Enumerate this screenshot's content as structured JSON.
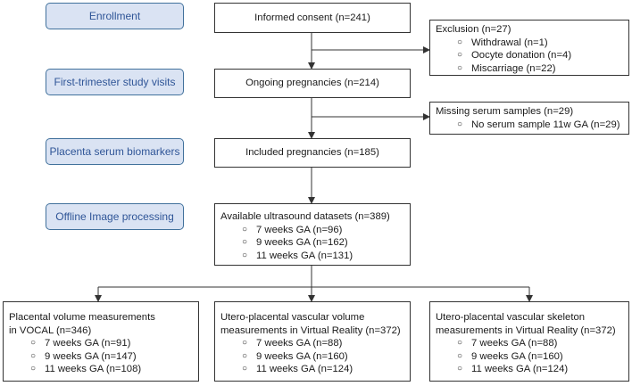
{
  "stages": {
    "enrollment": "Enrollment",
    "first_trimester": "First-trimester study visits",
    "placenta_serum": "Placenta serum biomarkers",
    "offline_image": "Offline Image processing"
  },
  "flow": {
    "informed_consent": "Informed consent (n=241)",
    "ongoing": "Ongoing pregnancies (n=214)",
    "included": "Included pregnancies (n=185)",
    "datasets": {
      "title": "Available ultrasound datasets (n=389)",
      "items": [
        "7 weeks GA (n=96)",
        "9 weeks GA (n=162)",
        "11 weeks GA (n=131)"
      ]
    }
  },
  "exclusion": {
    "title": "Exclusion (n=27)",
    "items": [
      "Withdrawal (n=1)",
      "Oocyte donation (n=4)",
      "Miscarriage (n=22)"
    ]
  },
  "missing_serum": {
    "title": "Missing serum samples (n=29)",
    "items": [
      "No serum sample 11w GA (n=29)"
    ]
  },
  "outcomes": [
    {
      "title_line1": "Placental volume measurements",
      "title_line2": "in VOCAL (n=346)",
      "items": [
        "7 weeks GA (n=91)",
        "9 weeks GA (n=147)",
        "11 weeks GA (n=108)"
      ]
    },
    {
      "title_line1": "Utero-placental vascular volume",
      "title_line2": "measurements in Virtual Reality (n=372)",
      "items": [
        "7 weeks GA (n=88)",
        "9 weeks GA (n=160)",
        "11 weeks GA (n=124)"
      ]
    },
    {
      "title_line1": "Utero-placental vascular skeleton",
      "title_line2": "measurements in Virtual Reality (n=372)",
      "items": [
        "7 weeks GA (n=88)",
        "9 weeks GA (n=160)",
        "11 weeks GA (n=124)"
      ]
    }
  ]
}
